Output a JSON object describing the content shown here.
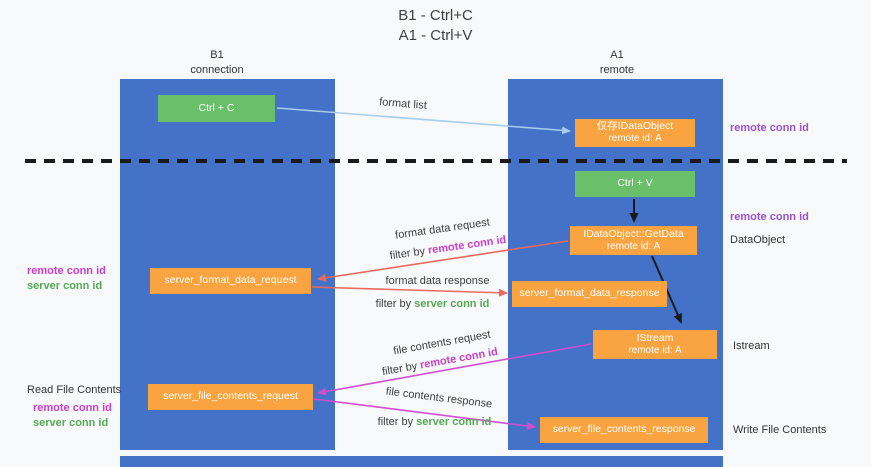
{
  "title": {
    "line1": "B1 - Ctrl+C",
    "line2": "A1 - Ctrl+V"
  },
  "lanes": {
    "left": {
      "title": "B1",
      "subtitle": "connection"
    },
    "right": {
      "title": "A1",
      "subtitle": "remote"
    }
  },
  "boxes": {
    "ctrl_c": {
      "label": "Ctrl + C"
    },
    "ctrl_v": {
      "label": "Ctrl + V"
    },
    "dataobject_cache": {
      "line1": "仅存IDataObject",
      "line2": "remote id: A"
    },
    "getdata": {
      "line1": "IDataObject::GetData",
      "line2": "remote id: A"
    },
    "istream": {
      "line1": "IStream",
      "line2": "remote id: A"
    },
    "format_request": {
      "label": "server_format_data_request"
    },
    "format_response": {
      "label": "server_format_data_response"
    },
    "file_request": {
      "label": "server_file_contents_request"
    },
    "file_response": {
      "label": "server_file_contents_response"
    }
  },
  "arrows": {
    "format_list": {
      "label": "format list"
    },
    "format_data_request": {
      "label": "format data request",
      "filter_prefix": "filter by ",
      "filter_key": "remote conn id"
    },
    "format_data_response": {
      "label": "format data response",
      "filter_prefix": "filter by ",
      "filter_key": "server conn id"
    },
    "file_contents_request": {
      "label": "file contents request",
      "filter_prefix": "filter by ",
      "filter_key": "remote conn id"
    },
    "file_contents_response": {
      "label": "file contents response",
      "filter_prefix": "filter by ",
      "filter_key": "server conn id"
    }
  },
  "annotations": {
    "remote_conn_id_top_right": "remote conn id",
    "remote_conn_id_mid_right": "remote conn id",
    "dataobject": "DataObject",
    "istream": "Istream",
    "write_file_contents": "Write File Contents",
    "read_file_contents": "Read File Contents",
    "remote_conn_id_left_1": "remote conn id",
    "server_conn_id_left_1": "server conn id",
    "remote_conn_id_left_2": "remote conn id",
    "server_conn_id_left_2": "server conn id"
  },
  "colors": {
    "lane_blue": "#4472c8",
    "box_orange": "#f9a440",
    "box_green": "#6abf6b",
    "arrow_blue": "#a6cdec",
    "arrow_red": "#e8695d",
    "arrow_magenta": "#d14ed1",
    "text_purple": "#9b51d0",
    "text_magenta": "#cb3ecb",
    "text_green": "#55aa55"
  }
}
